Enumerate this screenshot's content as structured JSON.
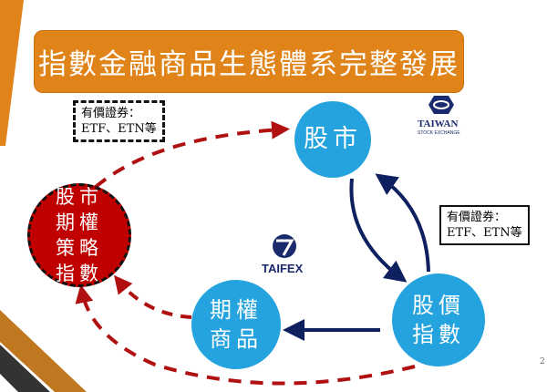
{
  "title": "指數金融商品生態體系完整發展",
  "nodes": {
    "stock_market": [
      "股市"
    ],
    "stock_index": [
      "股價",
      "指數"
    ],
    "options": [
      "期權",
      "商品"
    ],
    "strategy_index": [
      "股市",
      "期權",
      "策略",
      "指數"
    ]
  },
  "notes": {
    "left": [
      "有價證券：",
      "ETF、ETN等"
    ],
    "right": [
      "有價證券：",
      "ETF、ETN等"
    ]
  },
  "logos": {
    "twse": [
      "TAIWAN",
      "STOCK EXCHANGE"
    ],
    "taifex": "TAIFEX"
  },
  "page_number": "2",
  "colors": {
    "accent": "#e0841a",
    "blue": "#25a3de",
    "navy": "#0f2060",
    "red": "#c00000"
  }
}
